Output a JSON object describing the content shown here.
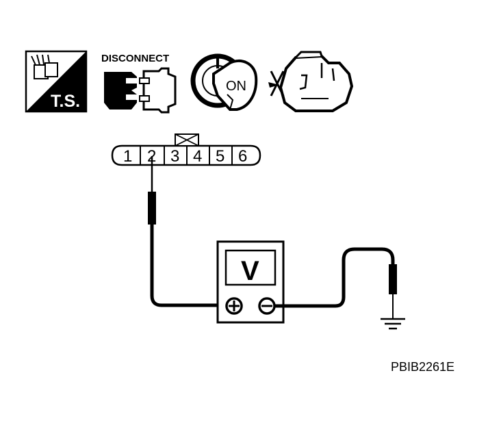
{
  "icons": {
    "ts_label": "T.S.",
    "disconnect_label": "DISCONNECT",
    "ignition_label": "ON"
  },
  "connector": {
    "pins": [
      "1",
      "2",
      "3",
      "4",
      "5",
      "6"
    ]
  },
  "meter": {
    "label": "V"
  },
  "figure_code": "PBIB2261E"
}
